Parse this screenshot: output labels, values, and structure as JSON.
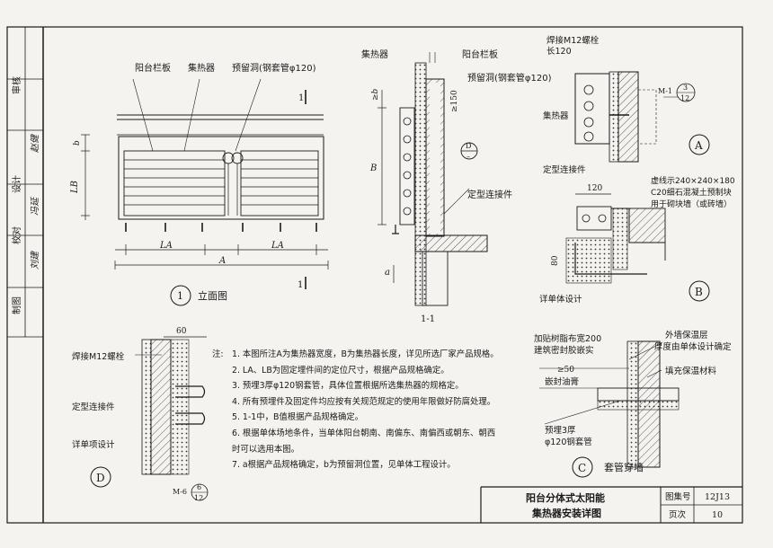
{
  "sidebar": {
    "cells": [
      {
        "label": "校对"
      },
      {
        "label": "设计"
      },
      {
        "label": "审核"
      },
      {
        "label": "制图"
      }
    ],
    "signatures": [
      {
        "name": "赵健"
      },
      {
        "name": "冯延"
      },
      {
        "name": "刘建"
      }
    ]
  },
  "elevation": {
    "labels": {
      "railing": "阳台栏板",
      "collector": "集热器",
      "reserved_hole": "预留洞(钢套管φ120)"
    },
    "dims": {
      "b": "b",
      "lb": "LB",
      "la_left": "LA",
      "la_right": "LA",
      "a": "A"
    },
    "section_mark": "1",
    "caption_number": "1",
    "caption_text": "立面图"
  },
  "section": {
    "labels": {
      "collector": "集热器",
      "railing": "阳台栏板",
      "reserved_hole": "预留洞(钢套管φ120)",
      "fixed_part": "定型连接件"
    },
    "dims": {
      "b_top": "≥b",
      "d150": "≥150",
      "b_big": "B",
      "a_small": "a"
    },
    "detail_ref": {
      "letter": "D",
      "sheet": "–"
    },
    "caption": "1-1"
  },
  "detail_a": {
    "labels": {
      "bolt": "焊接M12螺栓",
      "bolt_len": "长120",
      "collector": "集热器",
      "fixed_part": "定型连接件",
      "dashed_note_1": "虚线示240×240×180",
      "dashed_note_2": "C20细石混凝土预制块",
      "dashed_note_3": "用于砌块墙（或砖墙）"
    },
    "ref": {
      "code": "M-1",
      "num": "3",
      "den": "12"
    },
    "letter": "A"
  },
  "detail_b": {
    "labels": {
      "dim": "120",
      "dim80": "80",
      "see_design": "详单体设计"
    },
    "letter": "B"
  },
  "detail_d": {
    "labels": {
      "dim60": "60",
      "bolt": "焊接M12螺栓",
      "fixed_part": "定型连接件",
      "see_design": "详单项设计"
    },
    "ref": {
      "code": "M-6",
      "num": "6",
      "den": "12"
    },
    "letter": "D"
  },
  "notes": {
    "heading": "注:",
    "items": [
      "1. 本图所注A为集热器宽度，B为集热器长度，详见所选厂家产品规格。",
      "2. LA、LB为固定埋件间的定位尺寸，根据产品规格确定。",
      "3. 预埋3厚φ120钢套管，具体位置根据所选集热器的规格定。",
      "4. 所有预埋件及固定件均应按有关规范规定的使用年限做好防腐处理。",
      "5. 1-1中，B值根据产品规格确定。",
      "6. 根据单体场地条件，当单体阳台朝南、南偏东、南偏西或朝东、朝西",
      "    时可以选用本图。",
      "7. a根据产品规格确定，b为预留洞位置，见单体工程设计。"
    ]
  },
  "detail_c": {
    "labels": {
      "cloth": "加贴树脂布宽200",
      "cloth2": "建筑密封胶嵌实",
      "sealant": "嵌封油膏",
      "outer_insul": "外墙保温层",
      "thickness": "厚度由单体设计确定",
      "fill": "填充保温材料",
      "pipe1": "预埋3厚",
      "pipe2": "φ120钢套管",
      "d50": "≥50"
    },
    "letter": "C",
    "caption": "套管穿墙"
  },
  "title_block": {
    "title_line1": "阳台分体式太阳能",
    "title_line2": "集热器安装详图",
    "atlas_label": "图集号",
    "atlas_value": "12J13",
    "page_label": "页次",
    "page_value": "10"
  }
}
